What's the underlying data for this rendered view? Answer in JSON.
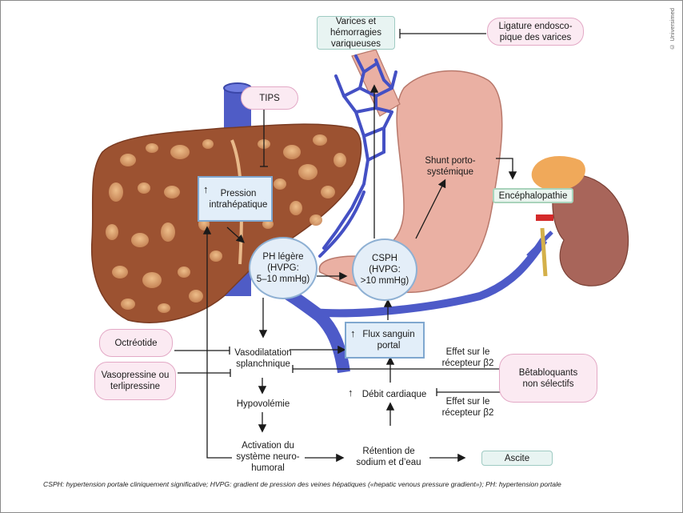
{
  "copyright": "© Universimed",
  "nodes": {
    "varices": "Varices et\nhémorragies\nvariqueuses",
    "ligature": "Ligature endosco-\npique des varices",
    "tips": "TIPS",
    "pression": "Pression\nintrahépatique",
    "shunt": "Shunt porto-\nsystémique",
    "encephalopathie": "Encéphalopathie",
    "ph_legere": "PH légère\n(HVPG:\n5–10 mmHg)",
    "cspH": "CSPH\n(HVPG:\n>10 mmHg)",
    "flux": "Flux sanguin\nportal",
    "octreotide": "Octréotide",
    "vasopressine": "Vasopressine ou\nterlipressine",
    "vasodilatation": "Vasodilatation\nsplanchnique",
    "hypovolemie": "Hypovolémie",
    "activation": "Activation du\nsystème neuro-\nhumoral",
    "retention": "Rétention de\nsodium et d’eau",
    "ascite": "Ascite",
    "debit": "Débit cardiaque",
    "betabloquants": "Bêtabloquants\nnon sélectifs",
    "effet1": "Effet sur le\nrécepteur β2",
    "effet2": "Effet sur le\nrécepteur β2"
  },
  "increase_marker": "↑",
  "footnote": "CSPH: hypertension portale cliniquement significative; HVPG: gradient de pression des veines hépatiques («hepatic venous pressure gradient»); PH: hypertension portale",
  "colors": {
    "vein": "#4a5bc4",
    "liver": "#a0522d",
    "stomach": "#e8aa9c",
    "kidney": "#a8655a",
    "adrenal": "#f0a95a",
    "pill_fill": "#fbeaf2",
    "pill_border": "#e3a9c6",
    "box_fill": "#e2eef9",
    "box_border": "#7fa7cf"
  }
}
